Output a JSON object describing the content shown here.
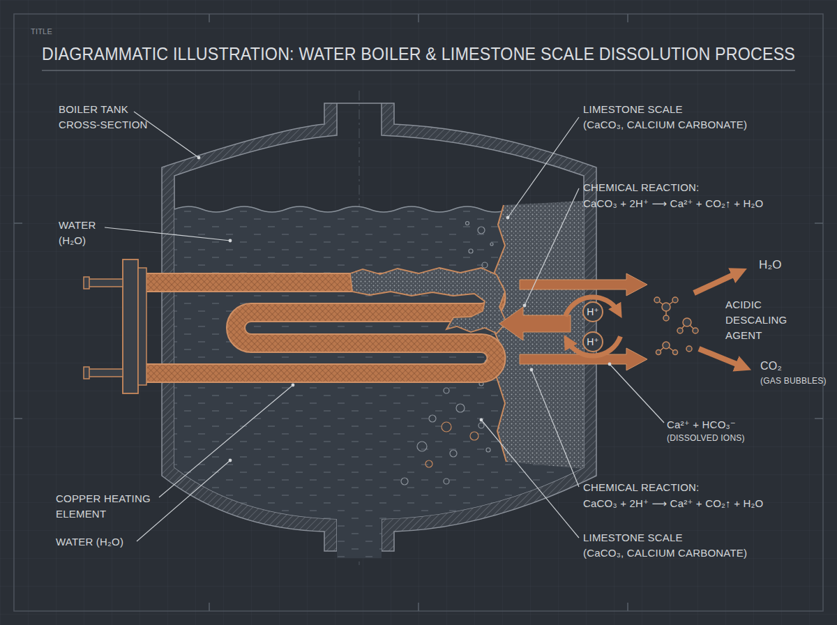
{
  "diagram": {
    "title": "DIAGRAMMATIC ILLUSTRATION: WATER BOILER & LIMESTONE SCALE DISSOLUTION PROCESS",
    "nodes": [
      {
        "text": [
          "H⁺"
        ]
      },
      {
        "text": [
          "H⁺"
        ]
      }
    ],
    "labels": [
      "TITLE",
      "BOILER TANK CROSS-SECTION",
      "LIMESTONE SCALE (CaCO₃, CALCIUM CARBONATE)",
      "CHEMICAL REACTION:",
      "CaCO₃ + 2H⁺ ⟶ Ca²⁺ + CO₂↑ + H₂O",
      "WATER (H₂O)",
      "H₂O",
      "ACIDIC DESCALING AGENT",
      "CO₂",
      "(GAS BUBBLES)",
      "Ca²⁺ + HCO₃⁻",
      "(DISSOLVED IONS)",
      "CHEMICAL REACTION:",
      "CaCO₃ + 2H⁺ ⟶ Ca²⁺ + CO₂↑ + H₂O",
      "COPPER HEATING ELEMENT",
      "LIMESTONE SCALE (CaCO₃, CALCIUM CARBONATE)",
      "WATER (H₂O)"
    ]
  }
}
